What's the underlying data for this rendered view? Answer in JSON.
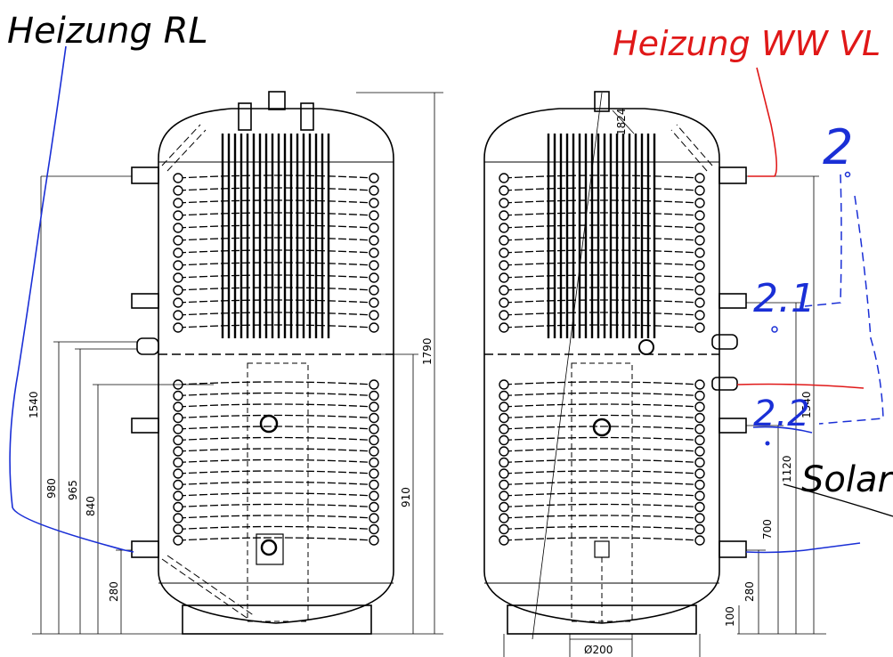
{
  "annotations": {
    "heizung_rl": "Heizung RL",
    "heizung_ww_vl": "Heizung WW VL",
    "solar": "Solar",
    "num_2": "2",
    "num_21": "2.1",
    "num_22": "2.2"
  },
  "dims_left": {
    "d1540": "1540",
    "d980": "980",
    "d965": "965",
    "d840": "840",
    "d280": "280",
    "d1790": "1790",
    "d910": "910"
  },
  "dims_right": {
    "d1824": "1824",
    "d1540": "1540",
    "d1120": "1120",
    "d700": "700",
    "d280": "280",
    "d100": "100",
    "d200": "Ø200"
  },
  "colors": {
    "drawing": "#000000",
    "blue_annotation": "#1a2fd6",
    "red_annotation": "#e01818"
  }
}
